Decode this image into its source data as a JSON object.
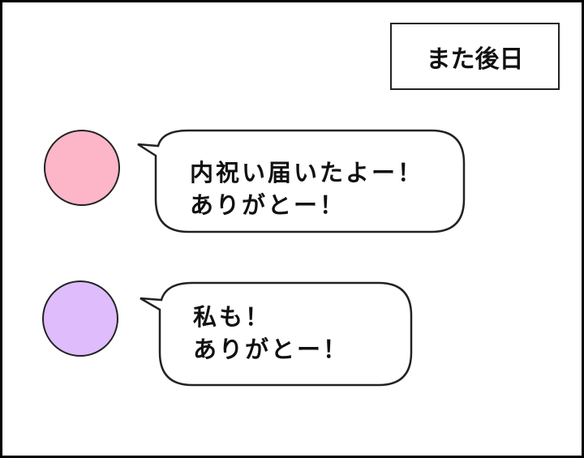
{
  "caption": "また後日",
  "messages": [
    {
      "avatar_color": "#fcb6c8",
      "lines": [
        "内祝い届いたよー！",
        "ありがとー！"
      ]
    },
    {
      "avatar_color": "#dfbcfb",
      "lines": [
        "私も！",
        "ありがとー！"
      ]
    }
  ]
}
